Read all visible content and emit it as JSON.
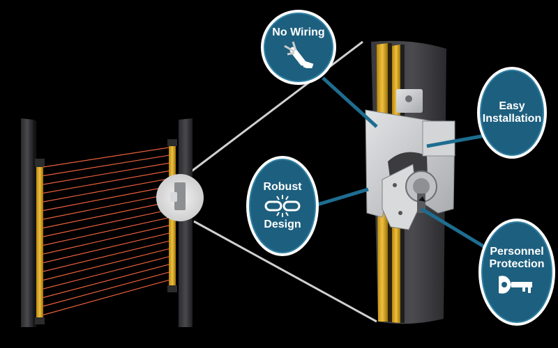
{
  "colors": {
    "background": "#000000",
    "badge_fill": "#1d5f7e",
    "badge_ring": "#ffffff",
    "connector": "#1e6d90",
    "beam": "#e8603c",
    "rail_yellow": "#d8a21a",
    "post": "#3a3a3c",
    "bracket": "#c9cacc"
  },
  "badges": {
    "no_wiring": {
      "label": "No Wiring",
      "icon": "cable-icon"
    },
    "easy_installation": {
      "line1": "Easy",
      "line2": "Installation"
    },
    "robust_design": {
      "line1": "Robust",
      "line2": "Design",
      "icon": "chain-link-icon"
    },
    "personnel_protection": {
      "line1": "Personnel",
      "line2": "Protection",
      "icon": "key-icon"
    }
  }
}
